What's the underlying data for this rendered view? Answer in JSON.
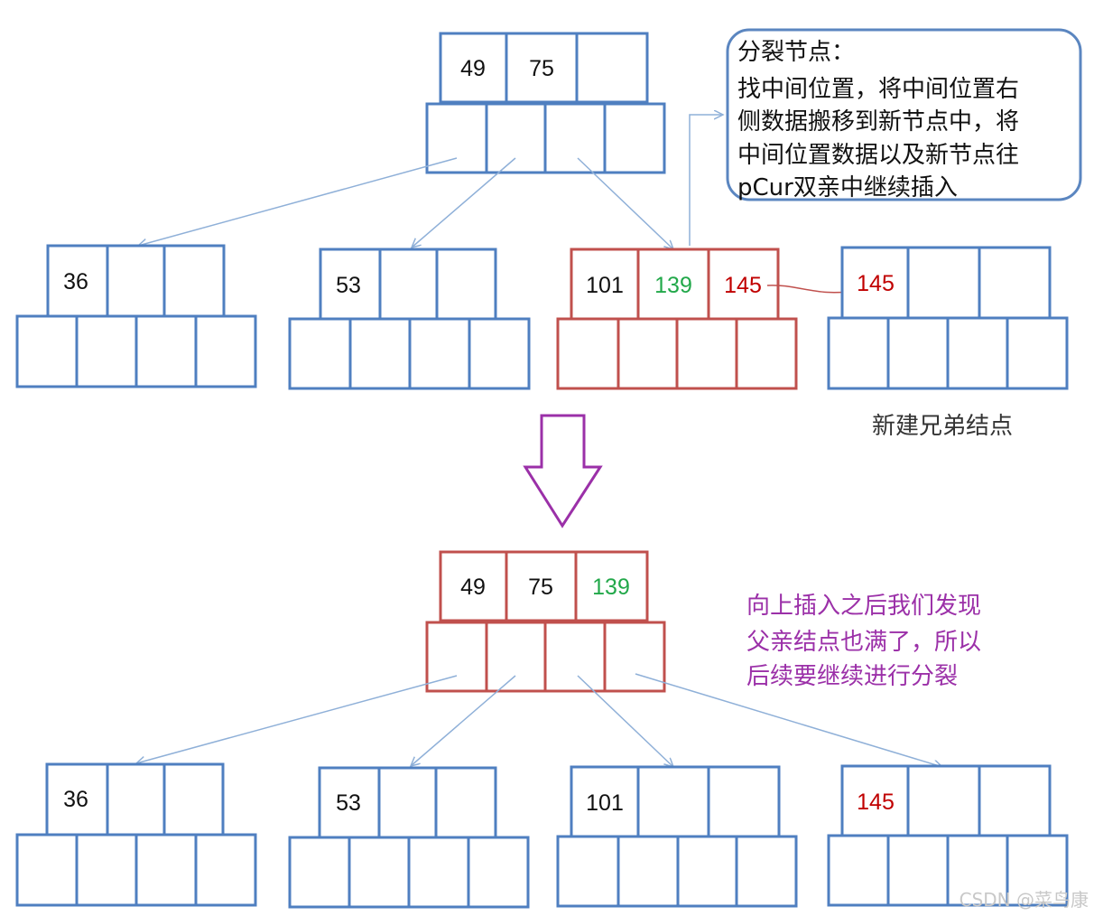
{
  "colors": {
    "blue": "#4f7fc0",
    "red": "#c0504d",
    "green": "#22a84a",
    "text_red": "#c00000",
    "purple": "#9b30a8",
    "arrow_blue": "#8fb0d8",
    "callout_border": "#5b86c0"
  },
  "top": {
    "root_keys": [
      "49",
      "75",
      ""
    ],
    "leaf1_keys": [
      "36",
      "",
      ""
    ],
    "leaf2_keys": [
      "53",
      "",
      ""
    ],
    "leaf3_keys": [
      "101",
      "139",
      "145"
    ],
    "new_keys": [
      "145",
      "",
      ""
    ],
    "new_label": "新建兄弟结点",
    "callout_lines": [
      "分裂节点：",
      "找中间位置，将中间位置右",
      "侧数据搬移到新节点中，将",
      "中间位置数据以及新节点往",
      "pCur双亲中继续插入"
    ]
  },
  "bottom": {
    "root_keys": [
      "49",
      "75",
      "139"
    ],
    "leaf1_keys": [
      "36",
      "",
      ""
    ],
    "leaf2_keys": [
      "53",
      "",
      ""
    ],
    "leaf3_keys": [
      "101",
      "",
      ""
    ],
    "leaf4_keys": [
      "145",
      "",
      ""
    ],
    "note_lines": [
      "向上插入之后我们发现",
      "父亲结点也满了，所以",
      "后续要继续进行分裂"
    ]
  },
  "watermark": "CSDN @菜鸟康"
}
